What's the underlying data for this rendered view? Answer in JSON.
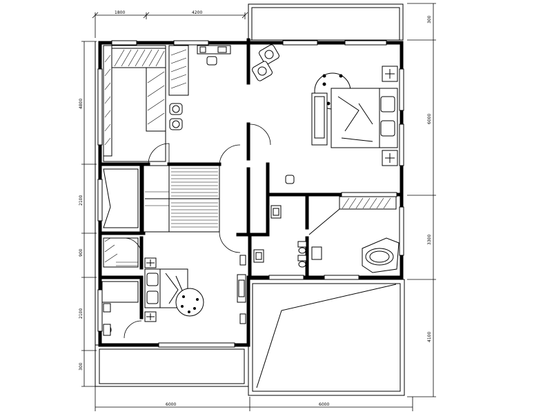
{
  "dimensions": {
    "top_left": "1800",
    "top_right": "4200",
    "top_far_right": "300",
    "left_1": "4800",
    "left_2": "2100",
    "left_3": "900",
    "left_4": "2100",
    "left_5": "300",
    "right_1": "6000",
    "right_2": "3300",
    "right_3": "4100",
    "bottom_left": "6000",
    "bottom_right": "6000"
  },
  "icons": [
    "bed-icon",
    "round-table-icon",
    "chair-icon",
    "bathtub-icon",
    "toilet-icon",
    "sink-icon",
    "staircase-icon"
  ]
}
